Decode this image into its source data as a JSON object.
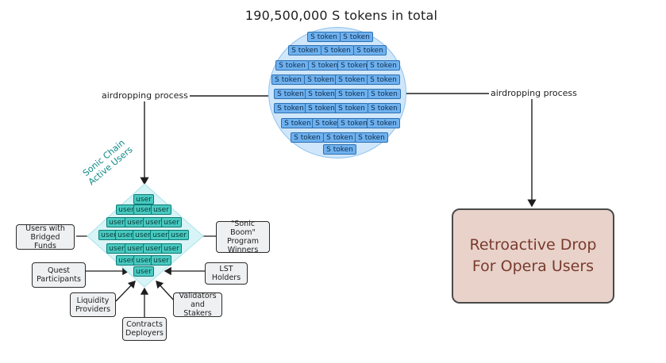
{
  "title": "190,500,000 S tokens in total",
  "edges": {
    "left_label": "airdropping process",
    "right_label": "airdropping process"
  },
  "token_label": "S token",
  "user_label": "user",
  "active_users_label": "Sonic Chain Active Users",
  "sources": {
    "bridged": "Users with Bridged Funds",
    "quest": "Quest Participants",
    "liquidity": "Liquidity Providers",
    "contracts": "Contracts Deployers",
    "validators": "Validators and Stakers",
    "lst": "LST Holders",
    "sonic_boom": "\"Sonic Boom\" Program Winners"
  },
  "retro_drop": "Retroactive Drop For Opera Users",
  "colors": {
    "token_fill": "#6fb1ef",
    "cloud_fill": "#cfe6fb",
    "user_fill": "#48c9c0",
    "retro_fill": "#e8d2c9",
    "retro_text": "#7a3a2e"
  }
}
